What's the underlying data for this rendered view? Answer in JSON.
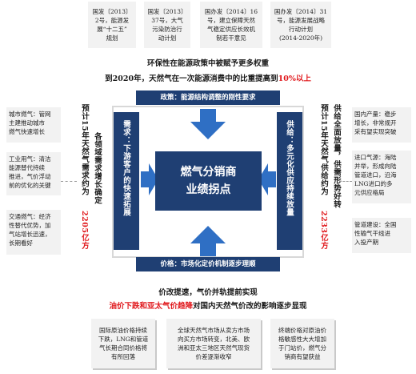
{
  "top_boxes": [
    {
      "line1": "国发〔2013〕",
      "line2": "2号，能源发",
      "line3": "展“十二五”",
      "line4": "规划"
    },
    {
      "line1": "国发〔2013〕",
      "line2": "37号，大气",
      "line3": "污染防治行",
      "line4": "动计划"
    },
    {
      "line1": "国办发〔2014〕16",
      "line2": "号，建立保障天然",
      "line3": "气稳定供应长效机",
      "line4": "制若干意见"
    },
    {
      "line1": "国办发〔2014〕31",
      "line2": "号，能源发展战略",
      "line3": "行动计划",
      "line4": "(2014-2020年)"
    }
  ],
  "env": {
    "line1": "环保性在能源政策中被赋予更多权重",
    "line2_prefix": "到2020年，天然气在一次能源消费中的比重提高到",
    "line2_highlight": "10%以上"
  },
  "bars": {
    "policy": "政策：能源结构调整的刚性要求",
    "price": "价格：市场化定价机制逐步理顺"
  },
  "demand": {
    "label": "需求：下游客户的快速拓展",
    "forecast_lines": [
      "预计15年天然气需求约为",
      "各领域需求增长确定"
    ],
    "forecast_value": "2205亿方"
  },
  "supply": {
    "label": "供给：多元化供应持续放量",
    "forecast_lines": [
      "预计15年天然气供给约为",
      "供给全面放量，供需形势好转"
    ],
    "forecast_value": "2233亿方"
  },
  "center": {
    "line1": "燃气分销商",
    "line2": "业绩拐点"
  },
  "left_boxes": [
    [
      "城市燃气：管网",
      "主建推动城市",
      "燃气快速增长"
    ],
    [
      "工业用气：清洁",
      "能源替代持续",
      "推进，气价浮动",
      "前的优化的关键"
    ],
    [
      "交通燃气：经济",
      "性替代优势，加",
      "气站增长迅速，",
      "长期看好"
    ]
  ],
  "right_boxes": [
    [
      "国内产量：稳步",
      "增长，非常规开",
      "采有望实现突破"
    ],
    [
      "进口气源：海陆",
      "并举，形成向陆",
      "管道进口，沿海",
      "LNG进口的多",
      "元供应格局"
    ],
    [
      "管道建设：全国",
      "性输气干线进",
      "入投产期"
    ]
  ],
  "reform": {
    "line1": "价改提速，气价并轨提前实现",
    "line2_highlight": "油价下跌和亚太气价趋降",
    "line2_suffix": "对国内天然气价改的影响逐步显现"
  },
  "bottom_boxes": [
    [
      "国际原油价格持续",
      "下跌，LNG和管道",
      "气长期合同价格将",
      "有所回落"
    ],
    [
      "全球天然气市场从卖方市场",
      "向买方市场转变，北美、欧",
      "洲和亚太三地区天然气现货",
      "价差逐渐收窄"
    ],
    [
      "终端价格对原油价",
      "格敏感性大大增加",
      "于门站价，燃气分",
      "销商有望获益"
    ]
  ],
  "colors": {
    "navy": "#1f3f73",
    "red": "#e0161a",
    "arrow": "#2f6fc4"
  }
}
